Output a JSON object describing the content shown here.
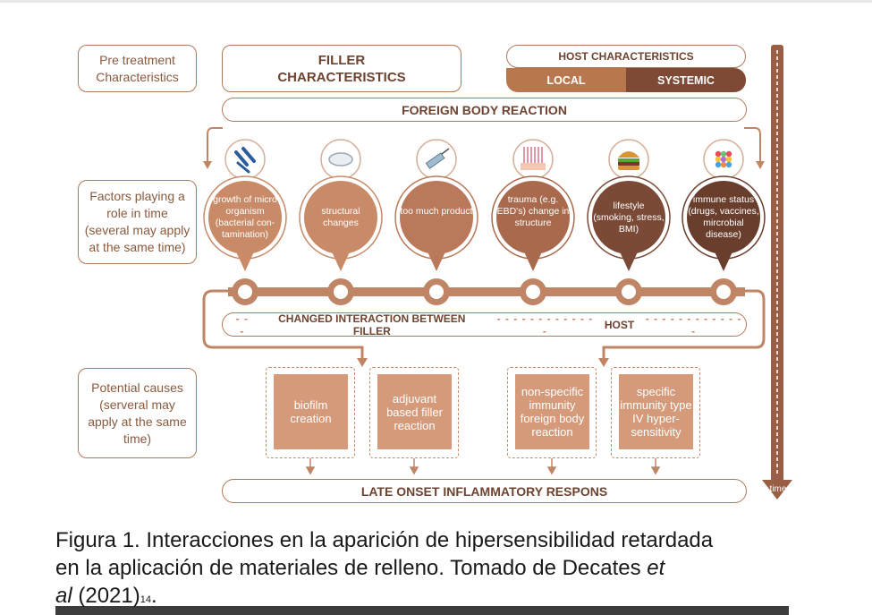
{
  "diagram": {
    "pre_treatment": "Pre treatment Characteristics",
    "filler_characteristics": "FILLER CHARACTERISTICS",
    "host_characteristics": "HOST CHARACTERISTICS",
    "local": "LOCAL",
    "systemic": "SYSTEMIC",
    "foreign_body_reaction": "FOREIGN BODY REACTION",
    "factors_label": "Factors playing a role in time (several may apply at the same time)",
    "factors": [
      {
        "text": "growth of micro organism (bacterial con-tamination)",
        "icon": "bacteria-icon",
        "fill": "#c98a68"
      },
      {
        "text": "structural changes",
        "icon": "gel-icon",
        "fill": "#c98a68"
      },
      {
        "text": "too much product",
        "icon": "syringe-icon",
        "fill": "#b9795a"
      },
      {
        "text": "trauma (e.g. EBD's) change in structure",
        "icon": "laser-icon",
        "fill": "#a9694c"
      },
      {
        "text": "lifestyle (smoking, stress, BMI)",
        "icon": "burger-icon",
        "fill": "#7a4a36"
      },
      {
        "text": "immune status (drugs, vaccines, mircrobial disease)",
        "icon": "pills-icon",
        "fill": "#6a3e2c"
      }
    ],
    "changed_interaction_filler": "CHANGED INTERACTION BETWEEN FILLER",
    "changed_interaction_host": "HOST",
    "potential_causes_label": "Potential causes (serveral may apply at the same time)",
    "causes": [
      "biofilm creation",
      "adjuvant based filler reaction",
      "non-specific immunity foreign body reaction",
      "specific immunity type IV hyper-sensitivity"
    ],
    "late_onset": "LATE ONSET INFLAMMATORY RESPONS",
    "time": "time"
  },
  "caption": {
    "line1": "Figura 1. Interacciones en la aparición de hipersensibilidad retardada",
    "line2": "en la aplicación de materiales de relleno. Tomado de Decates ",
    "et": "et",
    "al": "al",
    "year": " (2021)",
    "ref": "14",
    "end": "."
  },
  "colors": {
    "outline": "#b07a5a",
    "local": "#b9774f",
    "systemic": "#7e4a36",
    "timeline": "#c08565",
    "cause_fill": "#d49a7a",
    "time_arrow": "#9a5e44"
  }
}
